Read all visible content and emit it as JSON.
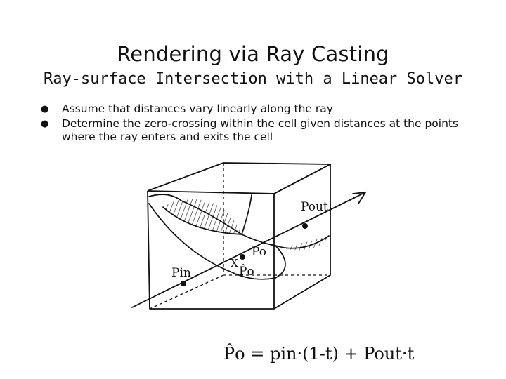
{
  "slide": {
    "title": "Rendering via Ray Casting",
    "subtitle": "Ray-surface Intersection with a Linear Solver",
    "bullets": [
      "Assume that distances vary linearly along the ray",
      "Determine the zero-crossing within the cell given distances at the points where the ray enters and exits the cell"
    ]
  },
  "diagram": {
    "labels": {
      "p_out": "Pout",
      "p_zero": "Po",
      "p_zero_hat": "P̂o",
      "p_in": "Pin",
      "cross_mark": "X"
    },
    "formula": "P̂o = pin·(1-t) + Pout·t"
  }
}
